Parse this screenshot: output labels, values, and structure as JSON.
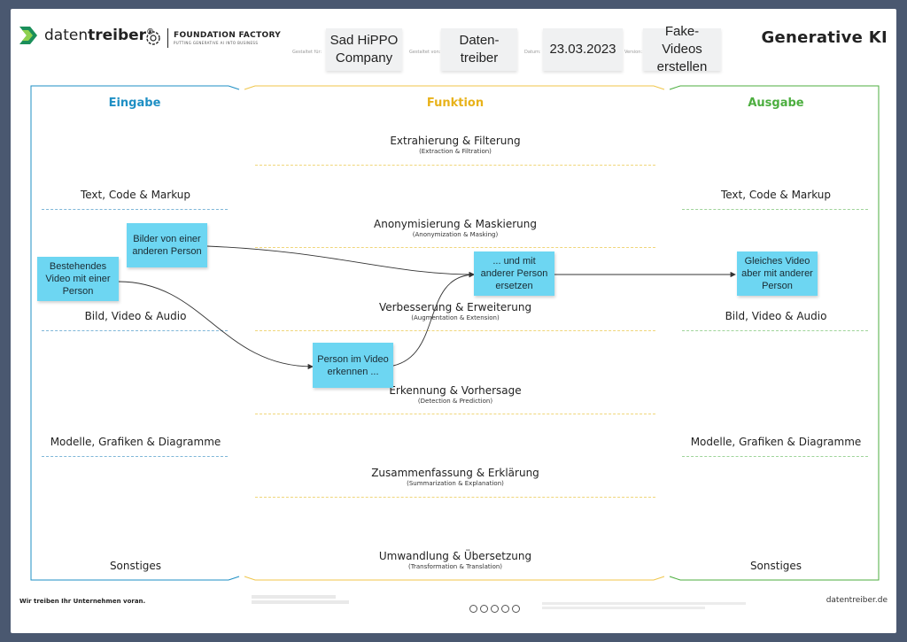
{
  "header": {
    "brand": {
      "prefix": "daten",
      "name": "treiber",
      "mark": "®"
    },
    "partner": {
      "name": "FOUNDATION FACTORY",
      "tagline": "PUTTING GENERATIVE AI INTO BUSINESS"
    },
    "fields": [
      {
        "label": "Gestaltet für:",
        "value": "Sad HiPPO Company"
      },
      {
        "label": "Gestaltet von:",
        "value": "Daten-treiber"
      },
      {
        "label": "Datum:",
        "value": "23.03.2023"
      },
      {
        "label": "Version:",
        "value": "Fake-Videos erstellen"
      }
    ],
    "title": "Generative KI"
  },
  "columns": {
    "input": {
      "title": "Eingabe",
      "color": "#1e8fc4"
    },
    "function": {
      "title": "Funktion",
      "color": "#e8b21a"
    },
    "output": {
      "title": "Ausgabe",
      "color": "#4cae3f"
    }
  },
  "input_categories": [
    "Text, Code & Markup",
    "Bild, Video & Audio",
    "Modelle, Grafiken & Diagramme",
    "Sonstiges"
  ],
  "output_categories": [
    "Text, Code & Markup",
    "Bild, Video & Audio",
    "Modelle, Grafiken & Diagramme",
    "Sonstiges"
  ],
  "function_categories": [
    {
      "main": "Extrahierung & Filterung",
      "sub": "(Extraction & Filtration)"
    },
    {
      "main": "Anonymisierung & Maskierung",
      "sub": "(Anonymization & Masking)"
    },
    {
      "main": "Verbesserung & Erweiterung",
      "sub": "(Augmentation & Extension)"
    },
    {
      "main": "Erkennung & Vorhersage",
      "sub": "(Detection & Prediction)"
    },
    {
      "main": "Zusammenfassung & Erklärung",
      "sub": "(Summarization & Explanation)"
    },
    {
      "main": "Umwandlung & Übersetzung",
      "sub": "(Transformation & Translation)"
    }
  ],
  "stickies": {
    "existing_video": "Bestehendes Video mit einer Person",
    "images": "Bilder von einer anderen Person",
    "detect": "Person im Video erkennen ...",
    "replace": "... und mit anderer Person ersetzen",
    "result": "Gleiches Video aber mit anderer Person"
  },
  "footer": {
    "slogan": "Wir treiben Ihr Unternehmen voran.",
    "website": "datentreiber.de"
  },
  "colors": {
    "sticky": "#6dd6f2",
    "background": "#4a5870"
  }
}
